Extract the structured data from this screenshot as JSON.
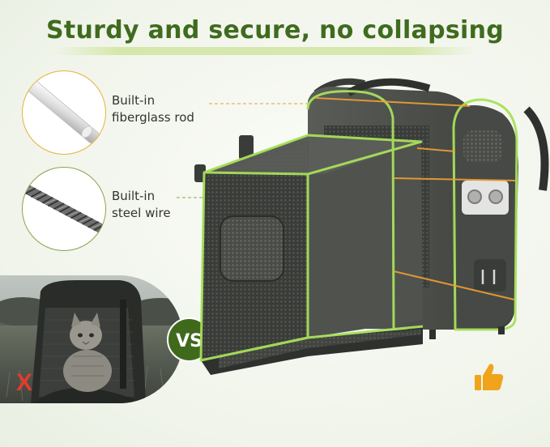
{
  "headline": "Sturdy and secure, no collapsing",
  "features": [
    {
      "label_line1": "Built-in",
      "label_line2": "fiberglass rod",
      "icon": "fiberglass-rod-icon",
      "accent": "#e3b23c"
    },
    {
      "label_line1": "Built-in",
      "label_line2": "steel wire",
      "icon": "steel-wire-icon",
      "accent": "#8aa24e"
    }
  ],
  "comparison": {
    "vs_label": "VS",
    "bad_mark": "X",
    "good_icon": "thumbs-up-icon"
  },
  "colors": {
    "headline": "#3f6b1e",
    "vs_badge": "#3f6a1c",
    "bad_mark": "#e23b2e",
    "good_icon": "#f0a41c",
    "frame_green": "#a8e05a",
    "frame_orange": "#f0a030"
  }
}
